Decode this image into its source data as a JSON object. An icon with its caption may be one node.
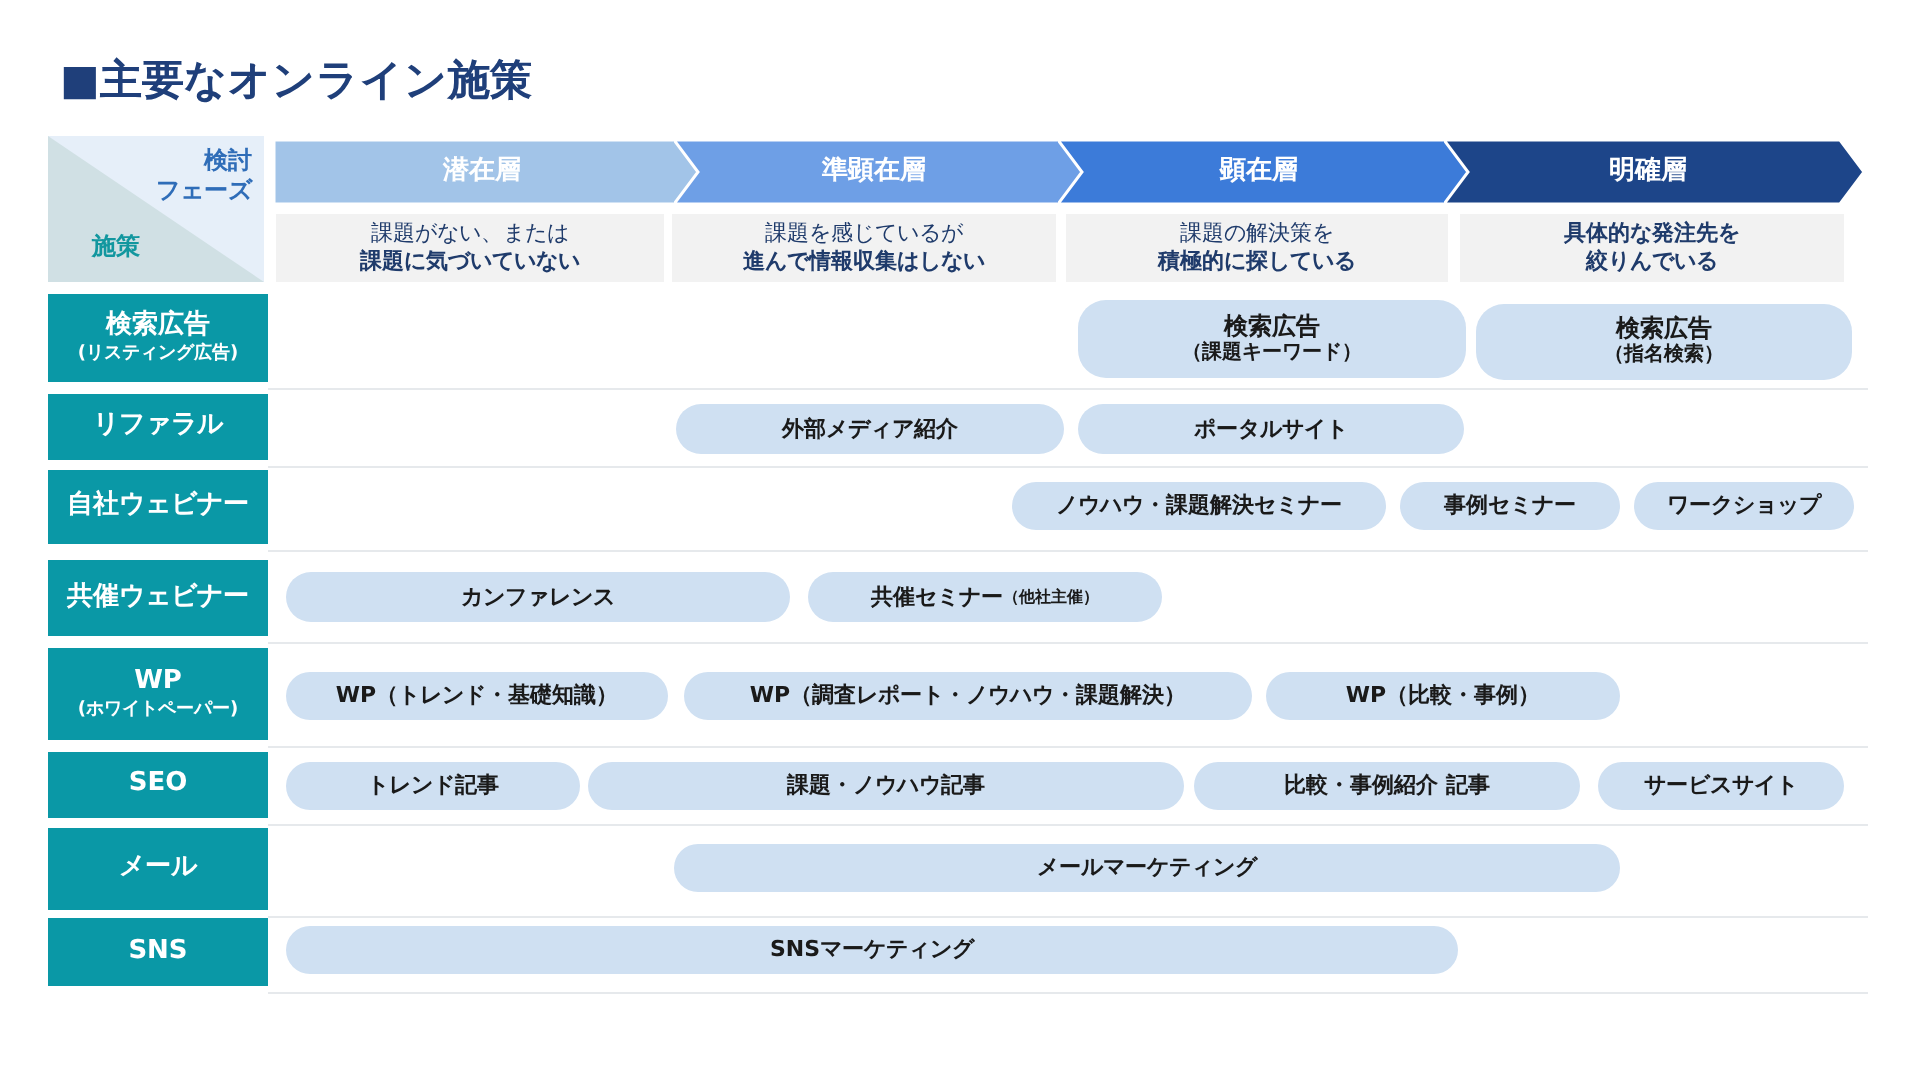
{
  "diagram": {
    "title": "■主要なオンライン施策",
    "nodes": [
      {
        "text": [
          "検討",
          "フェーズ",
          "施策"
        ]
      },
      {
        "text": [
          "潜在層"
        ]
      },
      {
        "text": [
          "準顕在層"
        ]
      },
      {
        "text": [
          "顕在層"
        ]
      },
      {
        "text": [
          "明確層"
        ]
      },
      {
        "text": [
          "課題がない、または",
          "課題に気づいていない"
        ]
      },
      {
        "text": [
          "課題を感じているが",
          "進んで情報収集はしない"
        ]
      },
      {
        "text": [
          "課題の解決策を",
          "積極的に探している"
        ]
      },
      {
        "text": [
          "具体的な発注先を絞りんでいる"
        ]
      },
      {
        "text": [
          "検索広告",
          "(リスティング広告)"
        ]
      },
      {
        "text": [
          "検索広告",
          "（課題キーワード）"
        ]
      },
      {
        "text": [
          "検索広告",
          "（指名検索）"
        ]
      },
      {
        "text": [
          "リファラル"
        ]
      },
      {
        "text": [
          "外部メディア紹介"
        ]
      },
      {
        "text": [
          "ポータルサイト"
        ]
      },
      {
        "text": [
          "自社ウェビナー"
        ]
      },
      {
        "text": [
          "ノウハウ・課題解決セミナー"
        ]
      },
      {
        "text": [
          "事例セミナー"
        ]
      },
      {
        "text": [
          "ワークショップ"
        ]
      },
      {
        "text": [
          "共催ウェビナー"
        ]
      },
      {
        "text": [
          "カンファレンス"
        ]
      },
      {
        "text": [
          "共催セミナー",
          "（他社主催）"
        ]
      },
      {
        "text": [
          "WP",
          "(ホワイトペーパー)"
        ]
      },
      {
        "text": [
          "WP（トレンド・基礎知識）"
        ]
      },
      {
        "text": [
          "WP（調査レポート・ノウハウ・課題解決）"
        ]
      },
      {
        "text": [
          "WP（比較・事例）"
        ]
      },
      {
        "text": [
          "SEO"
        ]
      },
      {
        "text": [
          "トレンド記事"
        ]
      },
      {
        "text": [
          "課題・ノウハウ記事"
        ]
      },
      {
        "text": [
          "比較・事例紹介 記事"
        ]
      },
      {
        "text": [
          "サービスサイト"
        ]
      },
      {
        "text": [
          "メール"
        ]
      },
      {
        "text": [
          "メールマーケティング"
        ]
      },
      {
        "text": [
          "SNS"
        ]
      },
      {
        "text": [
          "SNSマーケティング"
        ]
      }
    ]
  }
}
